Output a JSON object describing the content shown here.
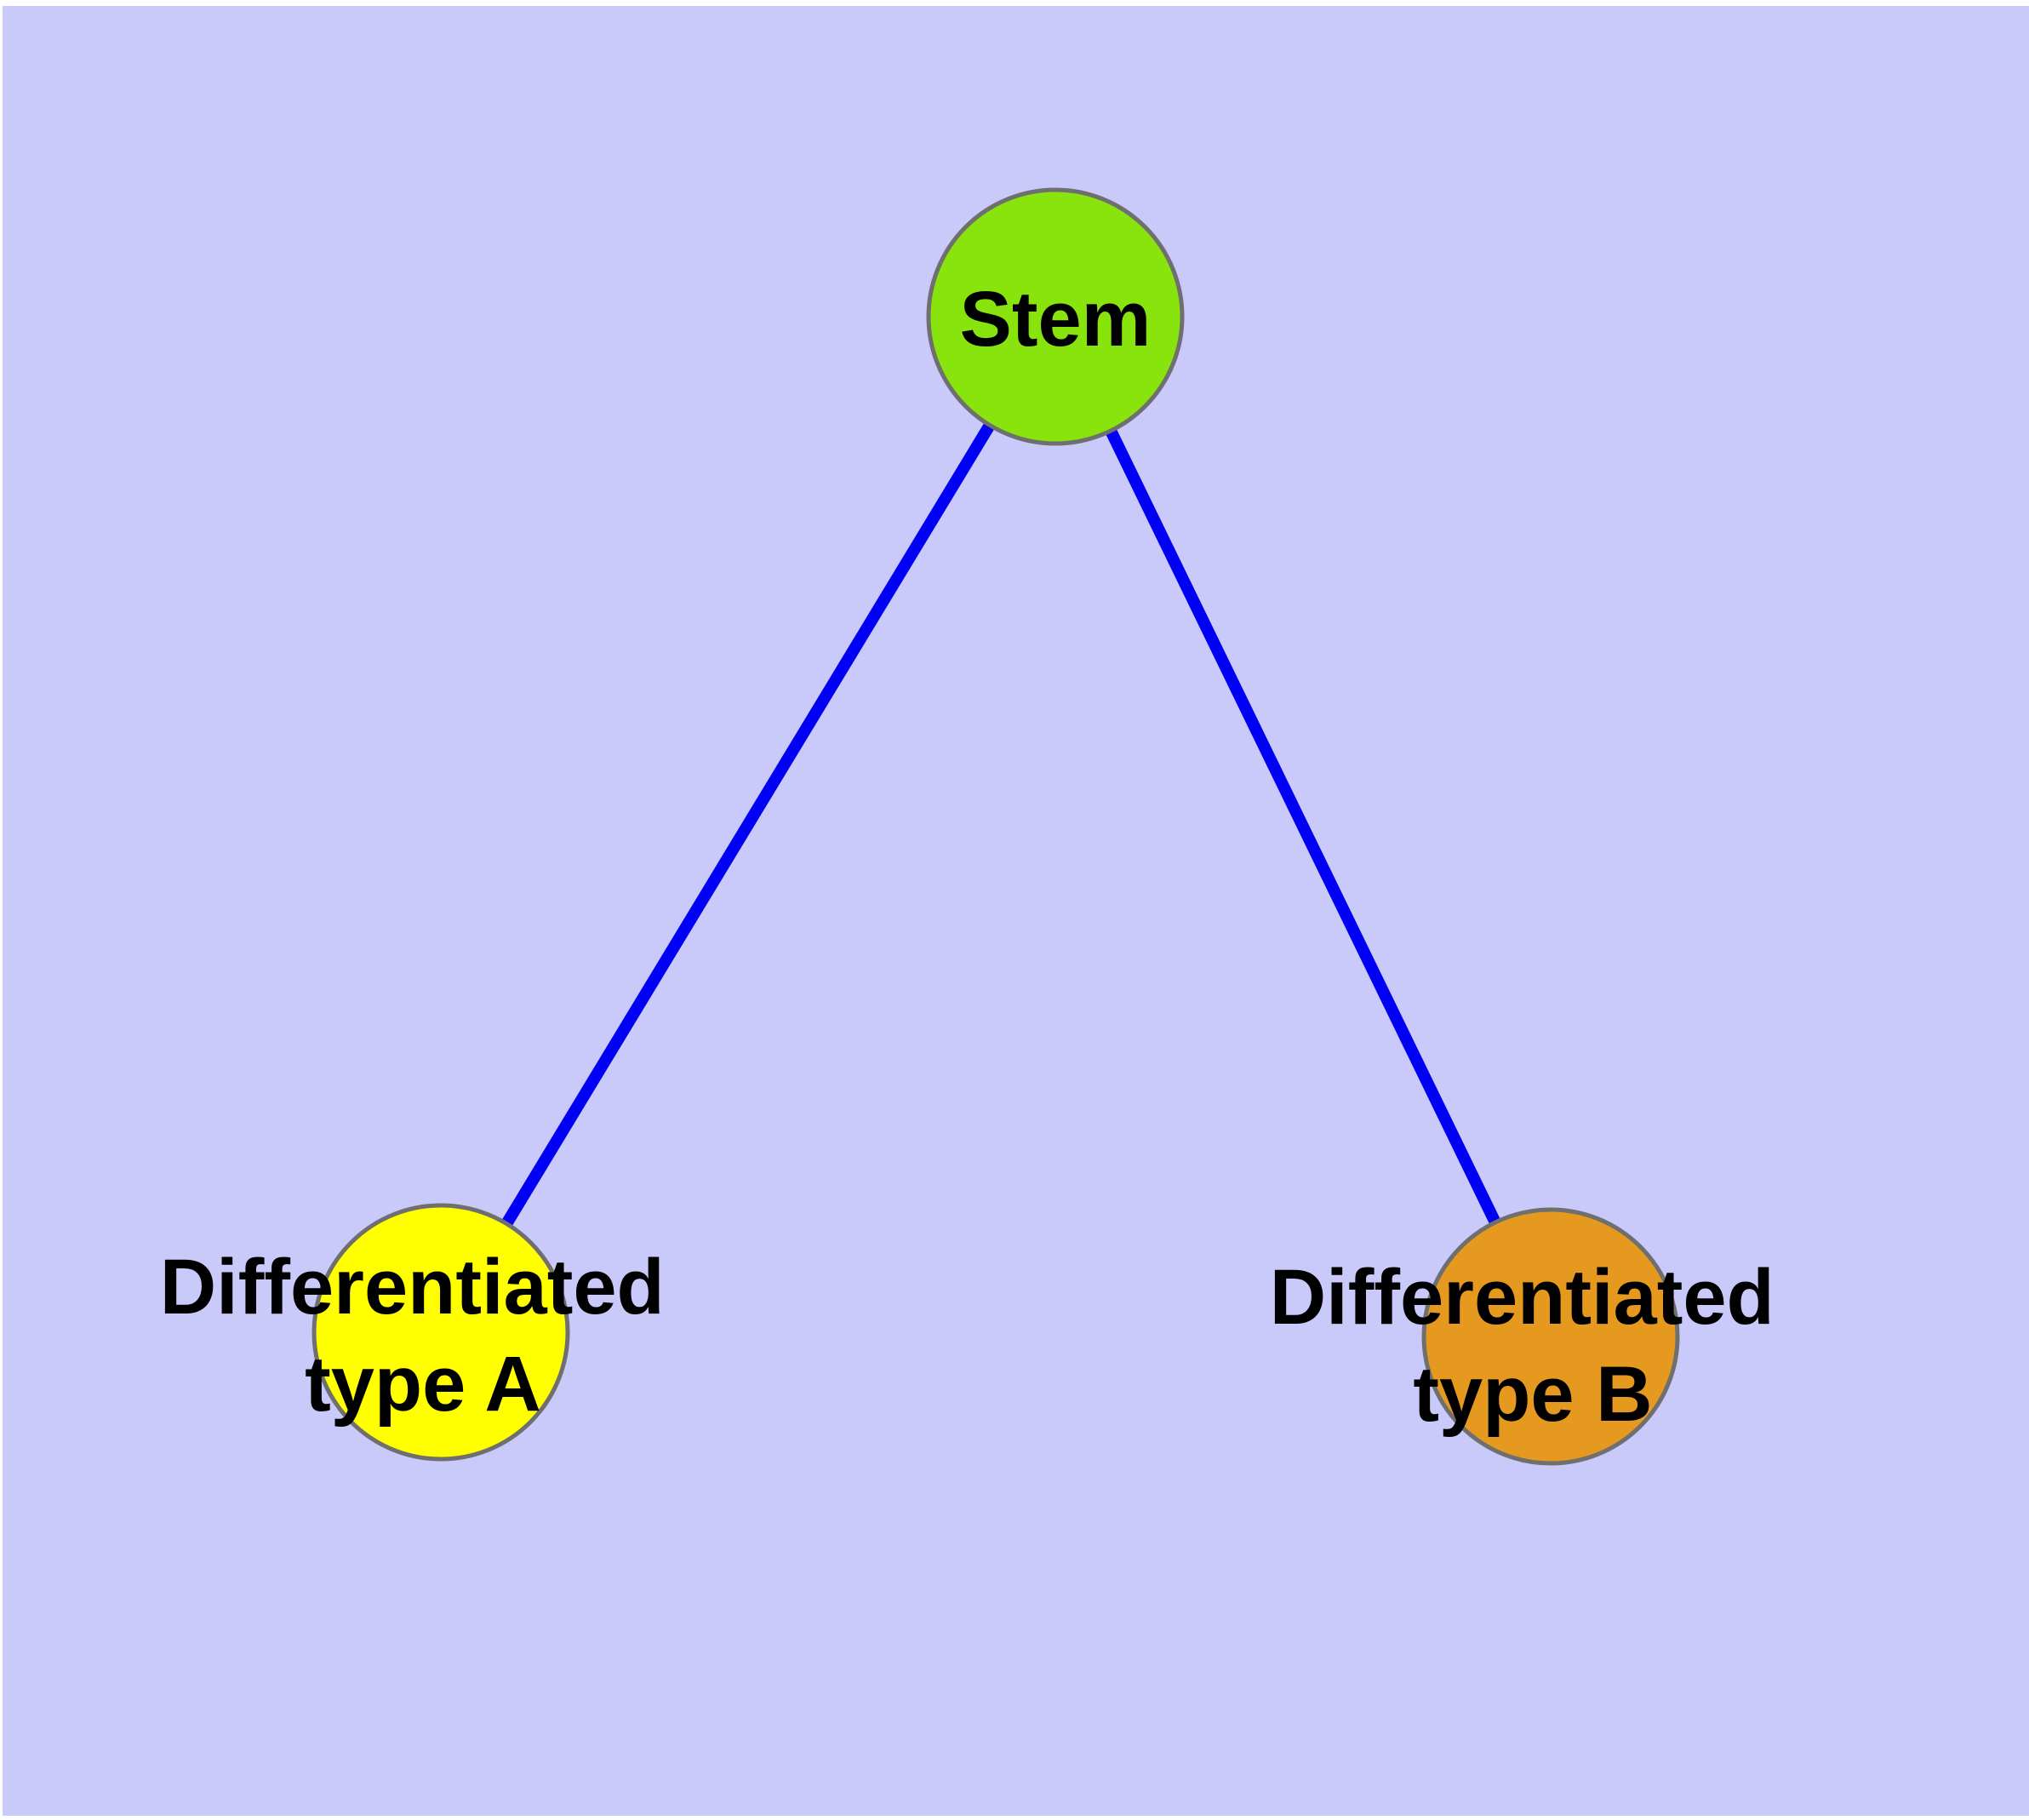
{
  "diagram": {
    "kind": "node-link-graph",
    "page_color": "#ffffff",
    "background_color": "#c9c9fa",
    "edge_color": "#0000f5",
    "node_border_color": "#6f6f6f",
    "label_color": "#000000",
    "nodes": [
      {
        "name": "stem",
        "label": "Stem",
        "line1": "Stem",
        "line2": "",
        "fill": "#89e30d"
      },
      {
        "name": "differentiated-type-a",
        "label": "Differentiated type A",
        "line1": "Differentiated",
        "line2": "type A",
        "fill": "#ffff00"
      },
      {
        "name": "differentiated-type-b",
        "label": "Differentiated type B",
        "line1": "Differentiated",
        "line2": "type B",
        "fill": "#e5991e"
      }
    ],
    "edges": [
      {
        "from": "Stem",
        "to": "Differentiated type A"
      },
      {
        "from": "Stem",
        "to": "Differentiated type B"
      }
    ]
  }
}
